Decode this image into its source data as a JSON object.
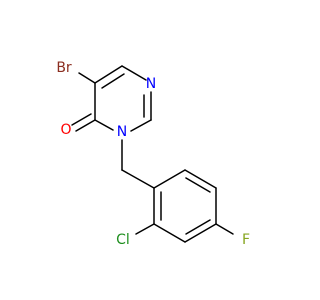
{
  "atoms": {
    "br": {
      "label": "Br",
      "color": "#8b2e20"
    },
    "o": {
      "label": "O",
      "color": "#ff0000"
    },
    "n1": {
      "label": "N",
      "color": "#0000ff"
    },
    "n3": {
      "label": "N",
      "color": "#0000ff"
    },
    "cl": {
      "label": "Cl",
      "color": "#1f8f1f"
    },
    "f": {
      "label": "F",
      "color": "#86a51f"
    }
  }
}
